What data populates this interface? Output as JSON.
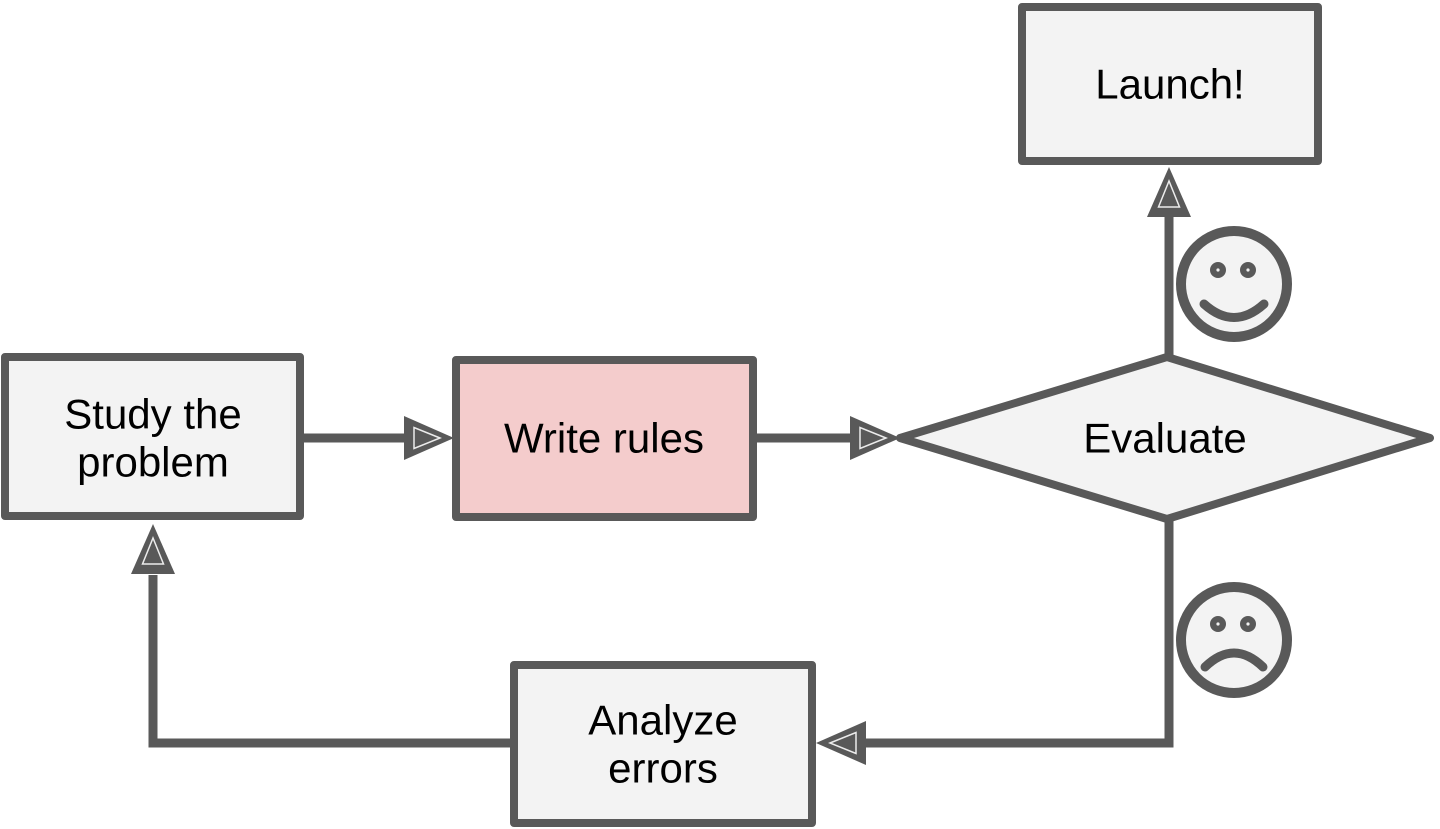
{
  "colors": {
    "background": "#ffffff",
    "line": "#595959",
    "node_fill": "#f3f3f3",
    "highlight_fill": "#f4cccc",
    "text": "#000000",
    "arrowhead_inner": "#ececec"
  },
  "diagram": {
    "type": "flowchart",
    "nodes": {
      "study_the_problem": {
        "label": "Study the problem",
        "line1": "Study the",
        "line2": "problem",
        "shape": "rectangle",
        "highlighted": false
      },
      "write_rules": {
        "label": "Write rules",
        "shape": "rectangle",
        "highlighted": true
      },
      "evaluate": {
        "label": "Evaluate",
        "shape": "diamond",
        "highlighted": false
      },
      "launch": {
        "label": "Launch!",
        "shape": "rectangle",
        "highlighted": false
      },
      "analyze_errors": {
        "label": "Analyze errors",
        "line1": "Analyze",
        "line2": "errors",
        "shape": "rectangle",
        "highlighted": false
      }
    },
    "edges": [
      {
        "from": "study_the_problem",
        "to": "write_rules"
      },
      {
        "from": "write_rules",
        "to": "evaluate"
      },
      {
        "from": "evaluate",
        "to": "launch",
        "icon": "happy-face-icon"
      },
      {
        "from": "evaluate",
        "to": "analyze_errors",
        "icon": "sad-face-icon"
      },
      {
        "from": "analyze_errors",
        "to": "study_the_problem"
      }
    ],
    "icons": {
      "happy_face": "happy-face-icon",
      "sad_face": "sad-face-icon"
    }
  }
}
